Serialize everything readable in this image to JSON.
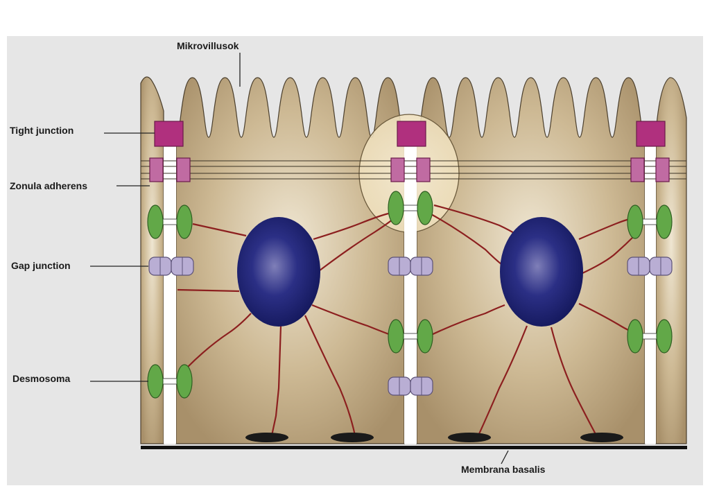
{
  "labels": {
    "microvilli": "Mikrovillusok",
    "tight_junction": "Tight junction",
    "zonula_adherens": "Zonula adherens",
    "gap_junction": "Gap junction",
    "desmosome": "Desmosoma",
    "basal_membrane": "Membrana basalis"
  },
  "colors": {
    "background_panel": "#e6e6e6",
    "cytoplasm": "#a8906a",
    "cytoplasm_light": "#e9dfc9",
    "intercellular_space": "#ffffff",
    "tight_junction": "#b0307e",
    "zonula_adherens": "#c06ba2",
    "desmosome": "#62a848",
    "gap_junction": "#b9aed4",
    "nucleus": "#1b1f6b",
    "filament": "#8c1f1f",
    "hemidesmosome": "#1a1a1a",
    "basal_line": "#111111",
    "highlight": "#f4e6c8"
  }
}
